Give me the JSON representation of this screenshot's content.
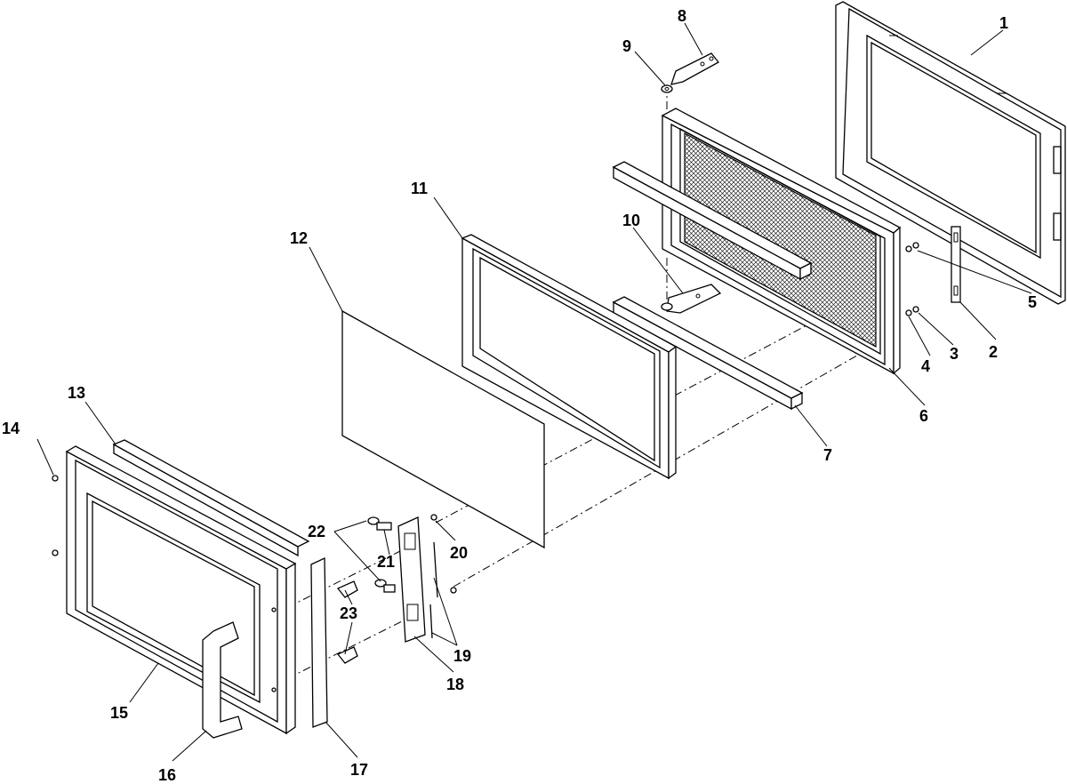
{
  "labels": {
    "p1": "1",
    "p2": "2",
    "p3": "3",
    "p4": "4",
    "p5": "5",
    "p6": "6",
    "p7": "7",
    "p8": "8",
    "p9": "9",
    "p10": "10",
    "p11": "11",
    "p12": "12",
    "p13": "13",
    "p14": "14",
    "p15": "15",
    "p16": "16",
    "p17": "17",
    "p18": "18",
    "p19": "19",
    "p20": "20",
    "p21": "21",
    "p22": "22",
    "p23": "23"
  }
}
